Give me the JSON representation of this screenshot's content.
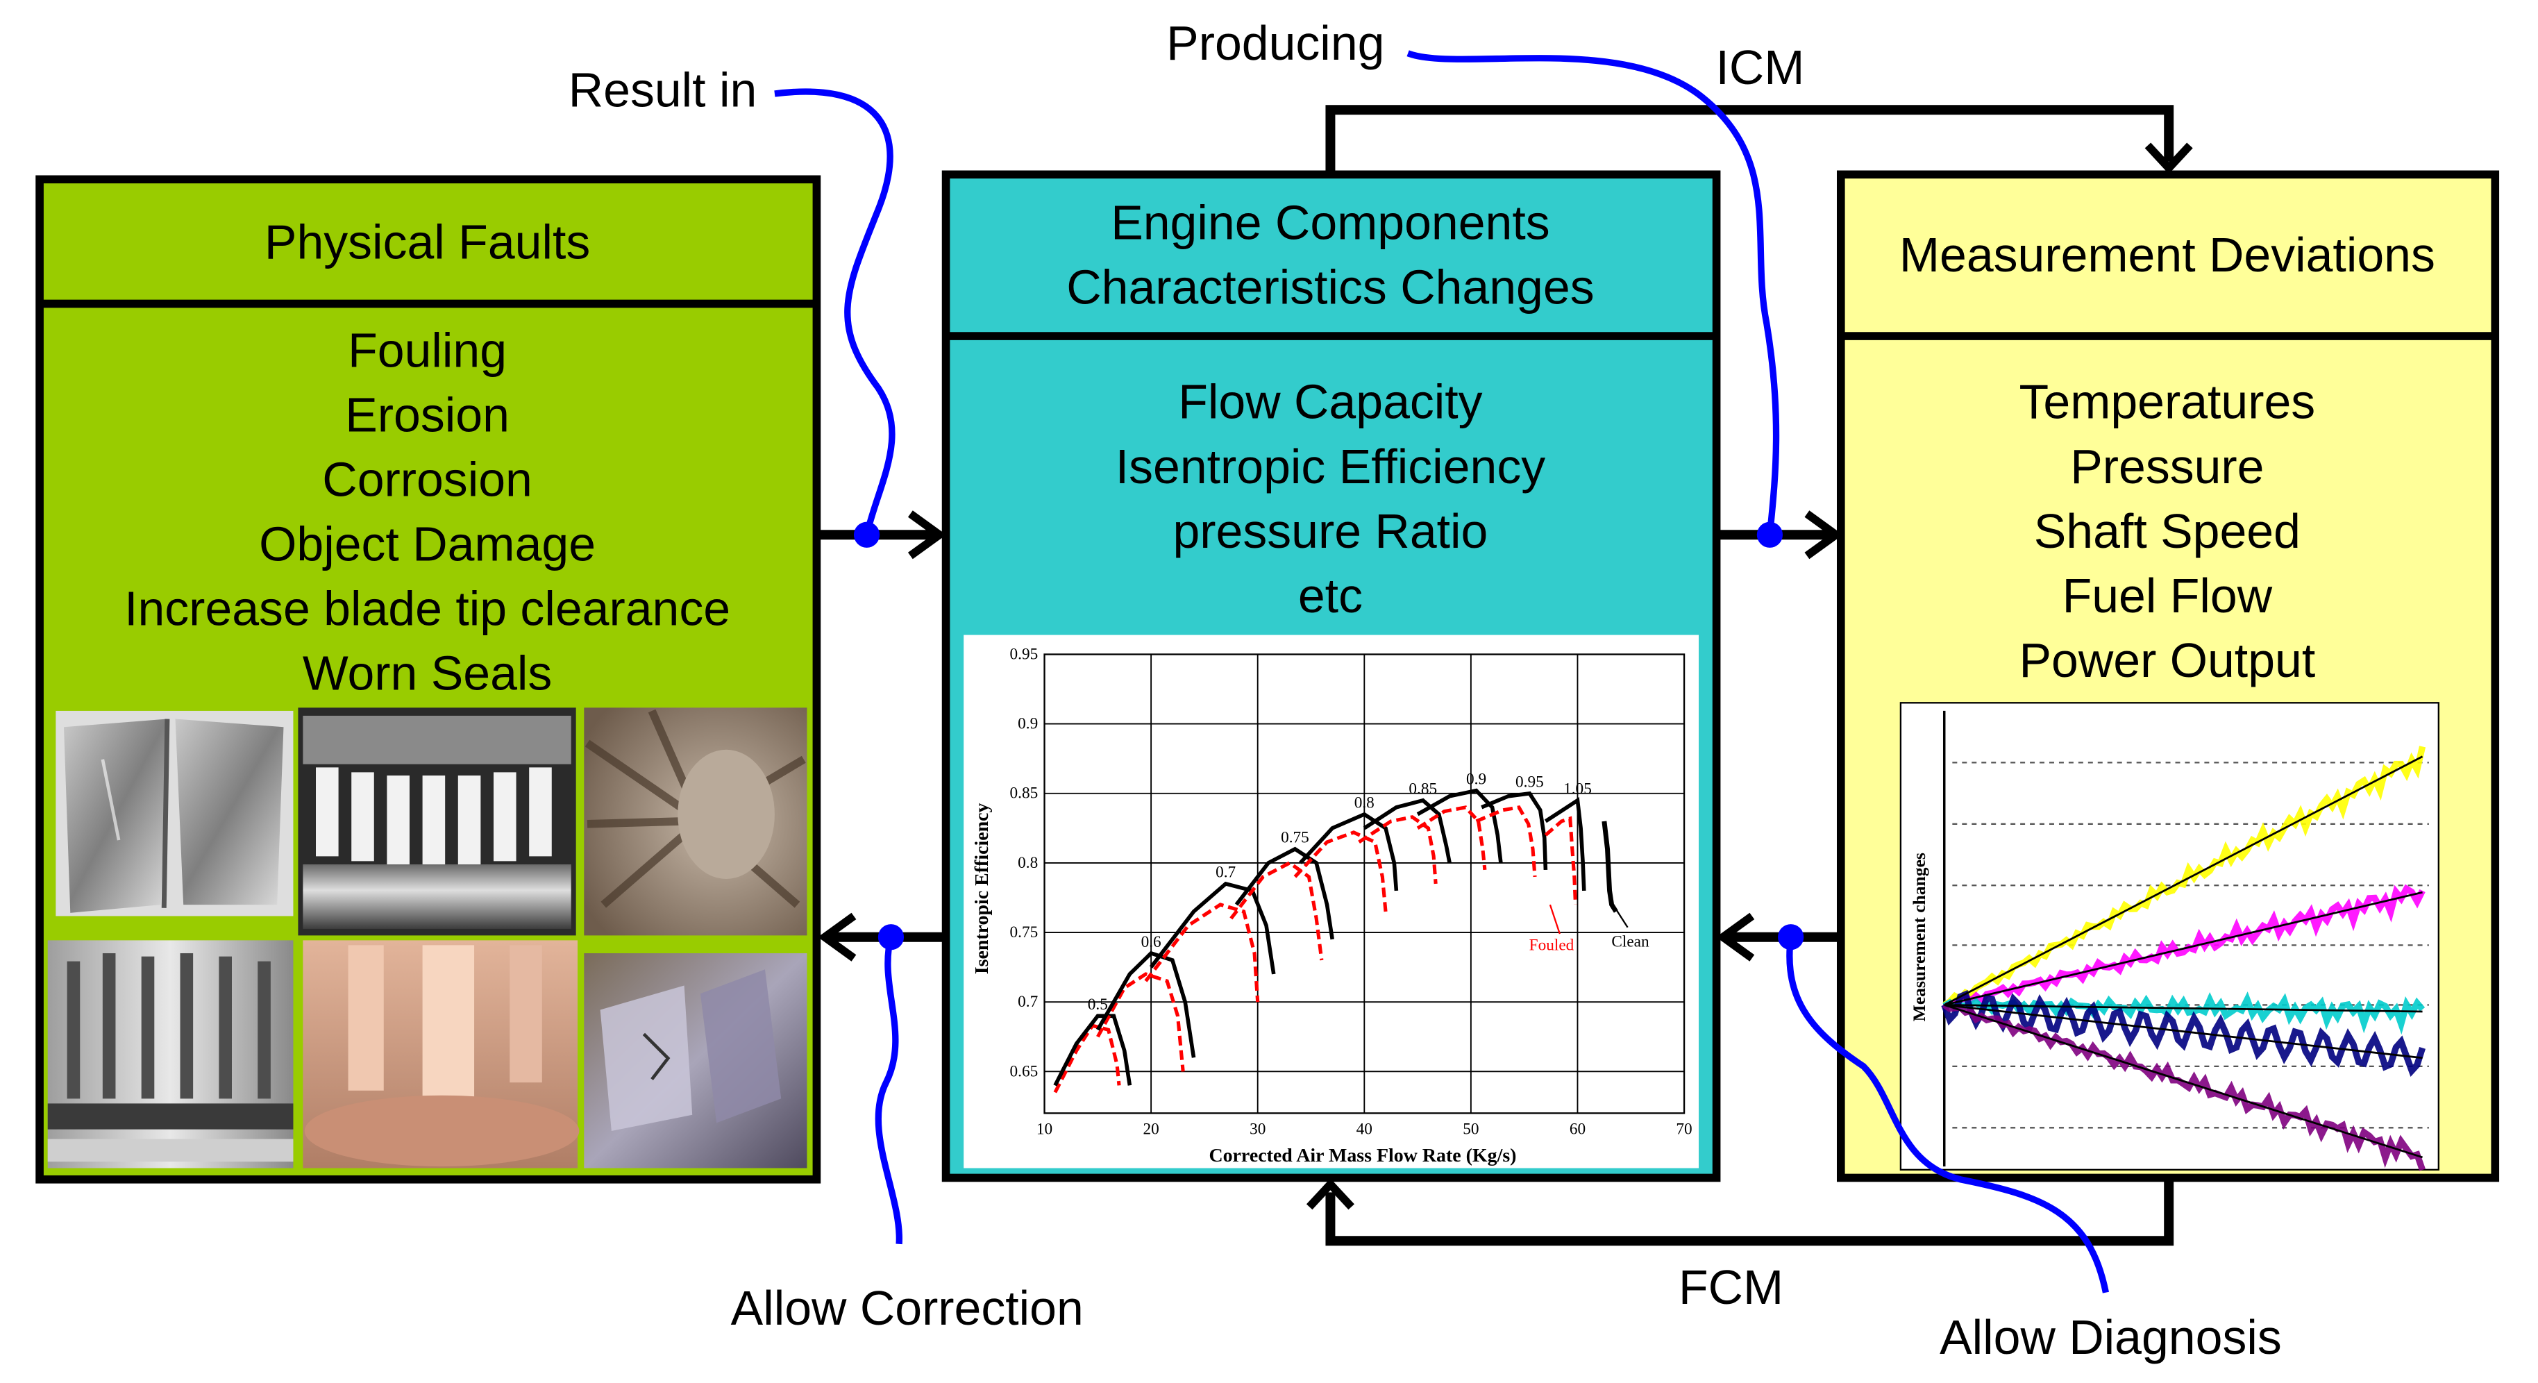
{
  "colors": {
    "green": "#99cc00",
    "teal": "#33cccc",
    "yellow": "#ffff99",
    "connector_blue": "#0000ff",
    "border": "#000000",
    "fouled_red": "#ff0000",
    "clean_black": "#000000"
  },
  "labels": {
    "result_in": "Result in",
    "producing": "Producing",
    "icm": "ICM",
    "fcm": "FCM",
    "allow_correction": "Allow Correction",
    "allow_diagnosis": "Allow Diagnosis"
  },
  "physical_faults": {
    "title": "Physical Faults",
    "items": [
      "Fouling",
      "Erosion",
      "Corrosion",
      "Object Damage",
      "Increase blade tip clearance",
      "Worn Seals"
    ],
    "photos": [
      "eroded-blade-photo",
      "fouled-rotor-photo",
      "corroded-vanes-photo",
      "worn-blade-row-photo",
      "fouled-blades-photo",
      "damaged-blade-photo"
    ]
  },
  "engine_components": {
    "title_line1": "Engine Components",
    "title_line2": "Characteristics Changes",
    "items": [
      "Flow Capacity",
      "Isentropic Efficiency",
      "pressure Ratio",
      "etc"
    ]
  },
  "measurement_deviations": {
    "title": "Measurement Deviations",
    "items": [
      "Temperatures",
      "Pressure",
      "Shaft Speed",
      "Fuel Flow",
      "Power Output"
    ]
  },
  "chart_data": [
    {
      "type": "line",
      "xlabel": "Corrected Air Mass Flow Rate (Kg/s)",
      "ylabel": "Isentropic Efficiency",
      "xlim": [
        10,
        70
      ],
      "ylim": [
        0.62,
        0.95
      ],
      "xticks": [
        10,
        20,
        30,
        40,
        50,
        60,
        70
      ],
      "yticks": [
        0.65,
        0.7,
        0.75,
        0.8,
        0.85,
        0.9,
        0.95
      ],
      "grid": true,
      "speed_lines": [
        {
          "label": "0.5",
          "clean": [
            [
              11,
              0.64
            ],
            [
              13,
              0.67
            ],
            [
              15,
              0.69
            ],
            [
              16.5,
              0.69
            ],
            [
              17.5,
              0.665
            ],
            [
              18,
              0.64
            ]
          ],
          "fouled": [
            [
              11,
              0.635
            ],
            [
              13,
              0.665
            ],
            [
              14.5,
              0.683
            ],
            [
              16,
              0.68
            ],
            [
              16.8,
              0.655
            ],
            [
              17,
              0.64
            ]
          ]
        },
        {
          "label": "0.6",
          "clean": [
            [
              15,
              0.68
            ],
            [
              18,
              0.72
            ],
            [
              20,
              0.735
            ],
            [
              22,
              0.73
            ],
            [
              23.2,
              0.7
            ],
            [
              24,
              0.66
            ]
          ],
          "fouled": [
            [
              15,
              0.675
            ],
            [
              17.5,
              0.71
            ],
            [
              19.5,
              0.72
            ],
            [
              21.5,
              0.715
            ],
            [
              22.5,
              0.69
            ],
            [
              23,
              0.65
            ]
          ]
        },
        {
          "label": "0.7",
          "clean": [
            [
              20,
              0.725
            ],
            [
              24,
              0.765
            ],
            [
              27,
              0.785
            ],
            [
              29.5,
              0.78
            ],
            [
              30.8,
              0.755
            ],
            [
              31.5,
              0.72
            ]
          ],
          "fouled": [
            [
              19.5,
              0.715
            ],
            [
              23.5,
              0.755
            ],
            [
              26.5,
              0.77
            ],
            [
              28.7,
              0.765
            ],
            [
              29.7,
              0.735
            ],
            [
              30,
              0.7
            ]
          ]
        },
        {
          "label": "0.75",
          "clean": [
            [
              28,
              0.77
            ],
            [
              31,
              0.8
            ],
            [
              33.5,
              0.81
            ],
            [
              35.5,
              0.8
            ],
            [
              36.5,
              0.77
            ],
            [
              37,
              0.745
            ]
          ],
          "fouled": [
            [
              27.5,
              0.76
            ],
            [
              30.5,
              0.79
            ],
            [
              33,
              0.8
            ],
            [
              34.8,
              0.79
            ],
            [
              35.5,
              0.76
            ],
            [
              36,
              0.73
            ]
          ]
        },
        {
          "label": "0.8",
          "clean": [
            [
              34,
              0.8
            ],
            [
              37,
              0.825
            ],
            [
              40,
              0.835
            ],
            [
              42,
              0.825
            ],
            [
              42.8,
              0.8
            ],
            [
              43,
              0.78
            ]
          ],
          "fouled": [
            [
              33.5,
              0.79
            ],
            [
              36.5,
              0.815
            ],
            [
              39,
              0.822
            ],
            [
              41,
              0.815
            ],
            [
              41.7,
              0.79
            ],
            [
              42,
              0.765
            ]
          ]
        },
        {
          "label": "0.85",
          "clean": [
            [
              40,
              0.825
            ],
            [
              43,
              0.84
            ],
            [
              45.5,
              0.845
            ],
            [
              47,
              0.835
            ],
            [
              47.7,
              0.812
            ],
            [
              48,
              0.8
            ]
          ],
          "fouled": [
            [
              39.5,
              0.815
            ],
            [
              42.5,
              0.83
            ],
            [
              44.5,
              0.833
            ],
            [
              46,
              0.825
            ],
            [
              46.5,
              0.805
            ],
            [
              46.7,
              0.785
            ]
          ]
        },
        {
          "label": "0.9",
          "clean": [
            [
              45,
              0.835
            ],
            [
              48,
              0.848
            ],
            [
              50.5,
              0.852
            ],
            [
              52,
              0.84
            ],
            [
              52.5,
              0.82
            ],
            [
              52.8,
              0.8
            ]
          ],
          "fouled": [
            [
              45,
              0.825
            ],
            [
              47.5,
              0.837
            ],
            [
              49.5,
              0.84
            ],
            [
              50.7,
              0.83
            ],
            [
              51.1,
              0.81
            ],
            [
              51.3,
              0.795
            ]
          ]
        },
        {
          "label": "0.95",
          "clean": [
            [
              51,
              0.84
            ],
            [
              53.5,
              0.848
            ],
            [
              55.5,
              0.85
            ],
            [
              56.5,
              0.838
            ],
            [
              56.9,
              0.818
            ],
            [
              57,
              0.795
            ]
          ],
          "fouled": [
            [
              50.5,
              0.83
            ],
            [
              53,
              0.838
            ],
            [
              54.5,
              0.84
            ],
            [
              55.4,
              0.828
            ],
            [
              55.8,
              0.81
            ],
            [
              56,
              0.79
            ]
          ]
        },
        {
          "label": "1.05",
          "clean": [
            [
              57,
              0.83
            ],
            [
              59,
              0.84
            ],
            [
              60,
              0.845
            ],
            [
              60.3,
              0.825
            ],
            [
              60.5,
              0.8
            ],
            [
              60.6,
              0.78
            ]
          ],
          "fouled": [
            [
              57,
              0.82
            ],
            [
              58.5,
              0.83
            ],
            [
              59.3,
              0.832
            ],
            [
              59.5,
              0.81
            ],
            [
              59.7,
              0.79
            ],
            [
              59.8,
              0.77
            ]
          ]
        }
      ],
      "tail_clean": [
        [
          62.5,
          0.83
        ],
        [
          62.8,
          0.81
        ],
        [
          63,
          0.78
        ],
        [
          63.2,
          0.77
        ],
        [
          63.6,
          0.765
        ]
      ],
      "annotations": [
        "Fouled",
        "Clean"
      ]
    },
    {
      "type": "line",
      "ylabel": "Measurement changes",
      "series": [
        {
          "color": "#ffff00",
          "trend": [
            [
              0,
              0.0
            ],
            [
              1,
              0.75
            ]
          ]
        },
        {
          "color": "#ff00ff",
          "trend": [
            [
              0,
              0.0
            ],
            [
              1,
              0.34
            ]
          ]
        },
        {
          "color": "#00cccc",
          "trend": [
            [
              0,
              0.0
            ],
            [
              1,
              -0.02
            ]
          ]
        },
        {
          "color": "#000080",
          "trend": [
            [
              0,
              0.0
            ],
            [
              1,
              -0.16
            ]
          ]
        },
        {
          "color": "#800080",
          "trend": [
            [
              0,
              0.0
            ],
            [
              1,
              -0.46
            ]
          ]
        }
      ],
      "grid": true
    }
  ]
}
